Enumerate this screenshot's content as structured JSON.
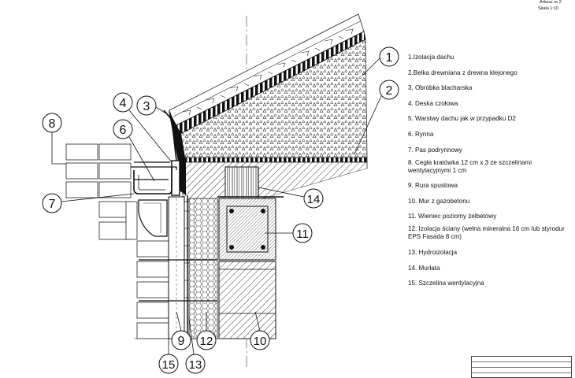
{
  "header": {
    "sheet": "Arkusz nr 2",
    "scale": "Skala 1:10"
  },
  "legend": [
    "1.Izolacja dachu",
    "2.Belka drewniana z drewna klejonego",
    "3. Obróbka blacharska",
    "4. Deska czołowa",
    "5. Warstwy dachu jak w przypadku D2",
    "6. Rynna",
    "7. Pas podrynnowy",
    "8. Cegła kratówka 12 cm x 3 ze szczelinami wentylacyjnymi 1 cm",
    "9. Rura spustowa",
    "10. Mur z gazobetonu",
    "11. Wieniec poziomy żelbetowy",
    "12. Izolacja ściany (wełna mineralna 16 cm lub styrodur EPS Fasada 8 cm)",
    "13. Hydroizolacja",
    "14. Murłata",
    "15. Szczelina wentylacyjna"
  ],
  "callouts": [
    "1",
    "2",
    "3",
    "4",
    "6",
    "8",
    "7",
    "14",
    "11",
    "9",
    "12",
    "10",
    "15",
    "13"
  ]
}
